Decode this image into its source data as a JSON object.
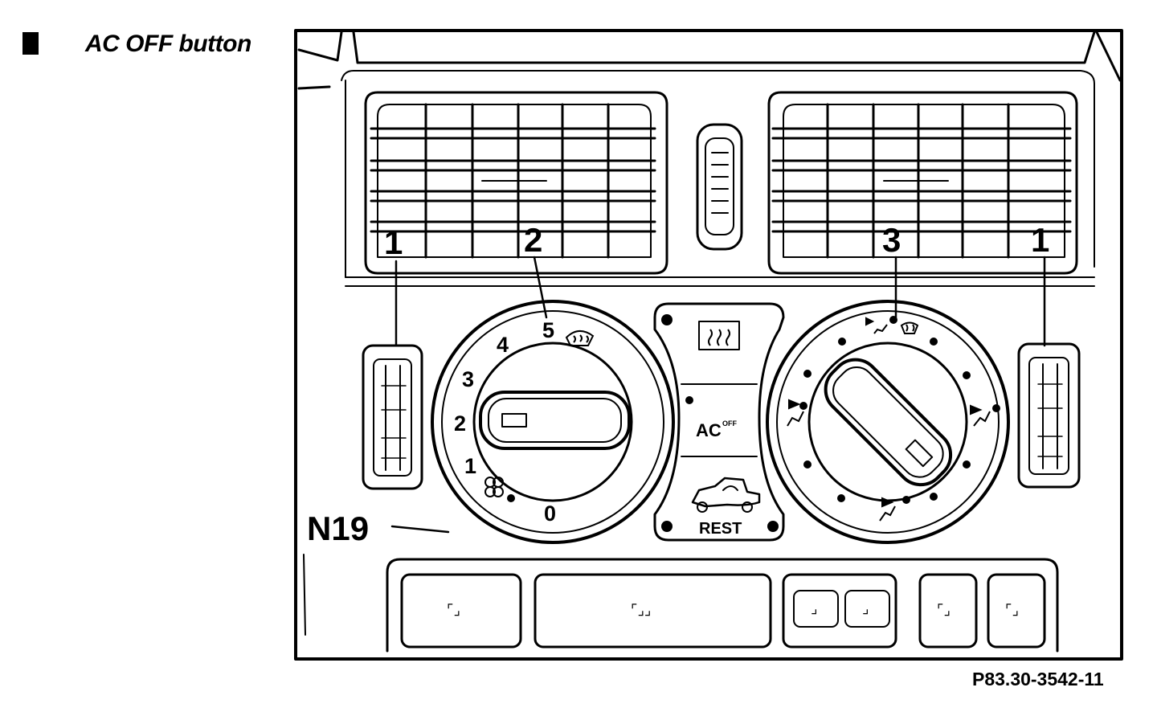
{
  "heading": "AC OFF button",
  "figure_ref": "P83.30-3542-11",
  "callouts": {
    "vent_left": "1",
    "fan_knob": "2",
    "mode_knob": "3",
    "vent_right": "1",
    "unit": "N19"
  },
  "fan_scale": [
    "0",
    "1",
    "2",
    "3",
    "4",
    "5"
  ],
  "buttons": {
    "ac_main": "AC",
    "ac_sup": "OFF",
    "rest": "REST"
  },
  "switch_marks": [
    "⌜⌟",
    "⌜⌟⌟",
    "⌟",
    "⌟",
    "⌜⌟",
    "⌜⌟"
  ]
}
